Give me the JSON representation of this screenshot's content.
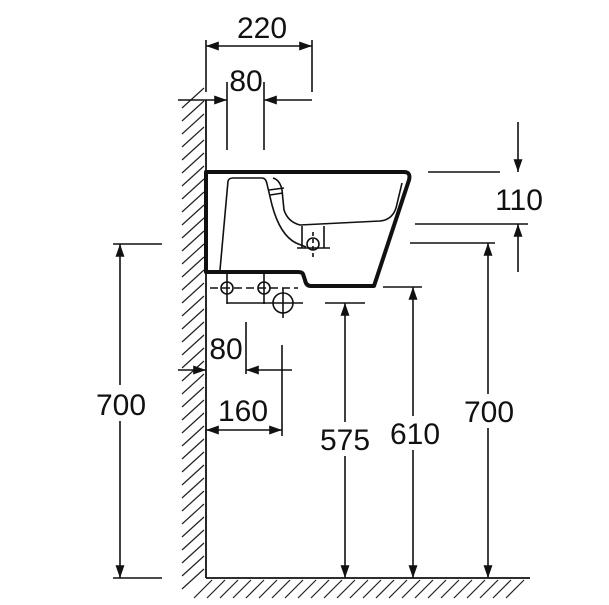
{
  "title": "Wall-hung bidet dimension drawing (side view)",
  "dimensions": {
    "overall_depth": "220",
    "top_offset": "80",
    "rim_height": "110",
    "left_height": "700",
    "pipe_offset": "80",
    "pipe_spacing": "160",
    "underside_height": "575",
    "bowl_bottom_height": "610",
    "rim_top_height": "700"
  },
  "colors": {
    "line": "#111111",
    "background": "#ffffff"
  }
}
